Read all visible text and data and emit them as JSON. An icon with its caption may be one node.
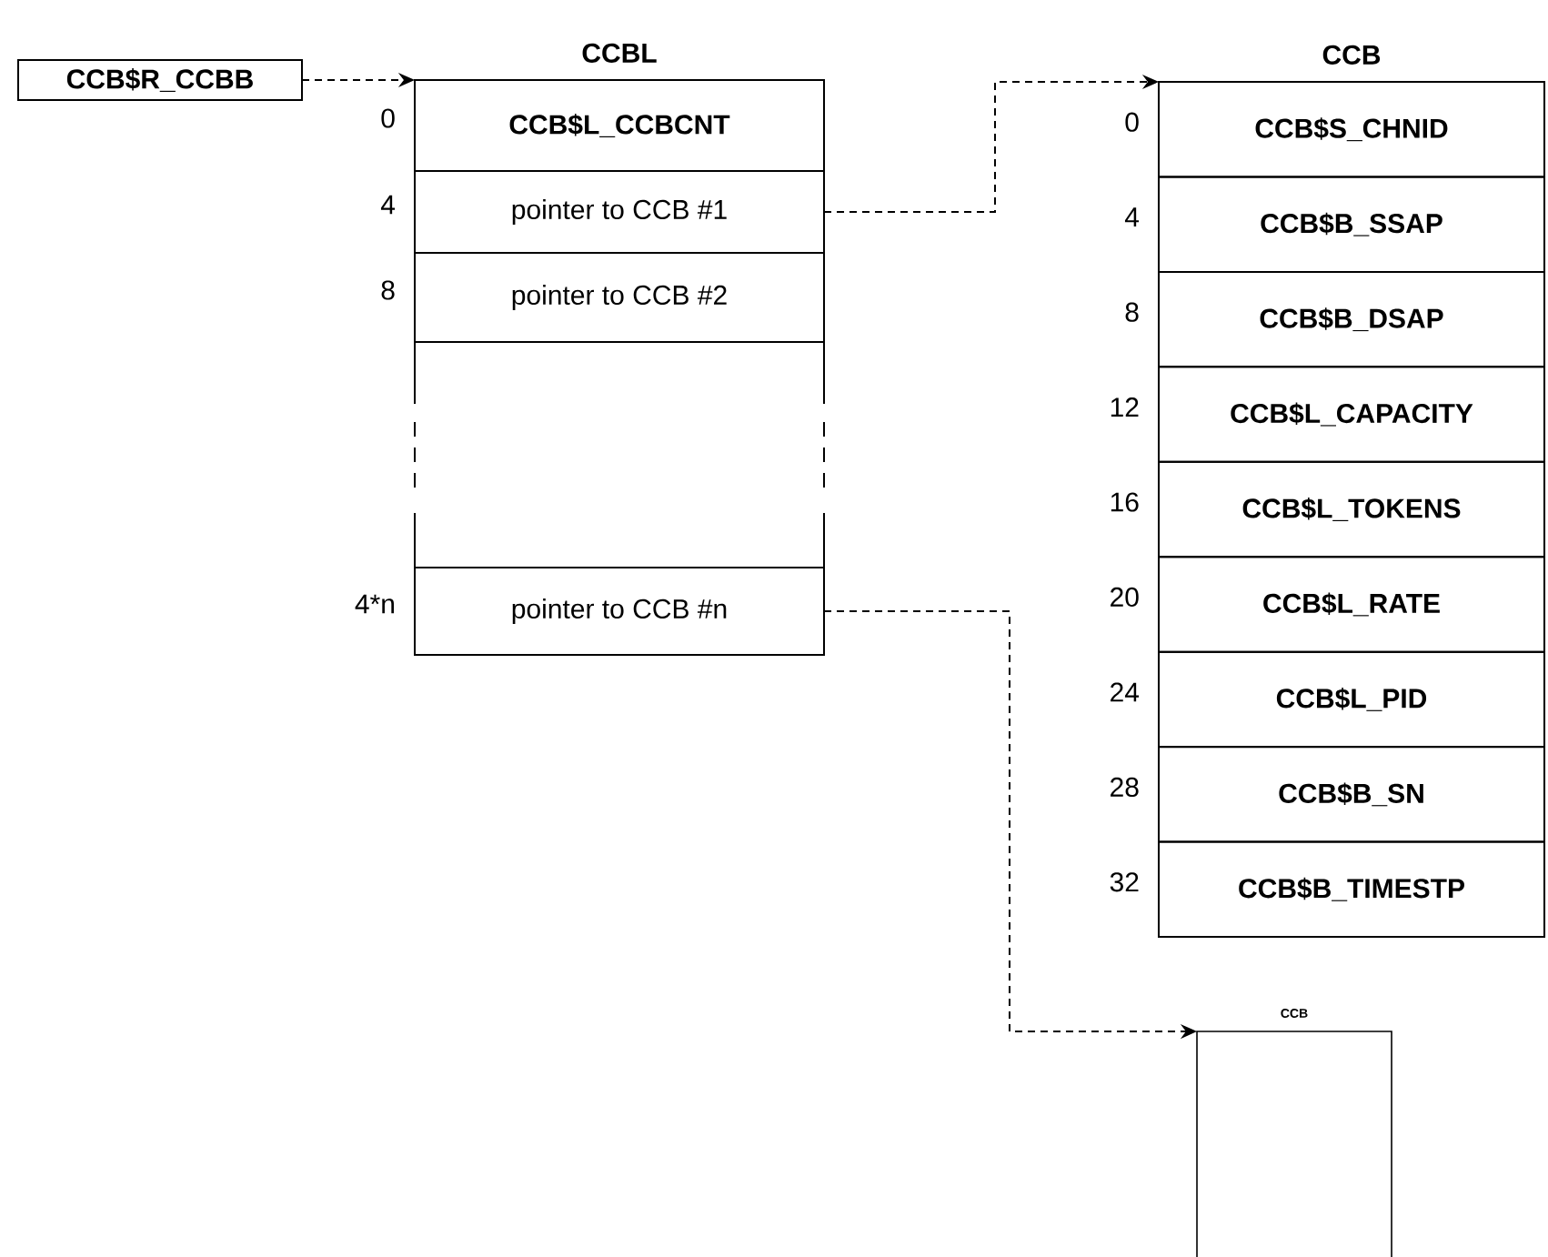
{
  "diagram": {
    "nodes": [
      {
        "text": [
          "CCB$R_CCBB"
        ]
      },
      {
        "text": [
          "CCBL"
        ]
      },
      {
        "text": [
          "CCB$L_CCBCNT"
        ],
        "beside": [
          "0"
        ],
        "in": 1
      },
      {
        "text": [
          "pointer to CCB #1"
        ],
        "beside": [
          "4"
        ],
        "in": 1
      },
      {
        "text": [
          "pointer to CCB #2"
        ],
        "beside": [
          "8"
        ],
        "in": 1
      },
      {
        "text": [],
        "shape": "box",
        "in": 1
      },
      {
        "text": [
          "pointer to CCB #n"
        ],
        "beside": [
          "4*n"
        ],
        "in": 1
      },
      {
        "text": [
          "CCB"
        ]
      },
      {
        "text": [
          "CCB$S_CHNID"
        ],
        "beside": [
          "0"
        ],
        "in": 7
      },
      {
        "text": [
          "CCB$B_SSAP"
        ],
        "beside": [
          "4"
        ],
        "in": 7
      },
      {
        "text": [
          "CCB$B_DSAP"
        ],
        "beside": [
          "8"
        ],
        "in": 7
      },
      {
        "text": [
          "CCB$L_CAPACITY"
        ],
        "beside": [
          "12"
        ],
        "in": 7
      },
      {
        "text": [
          "CCB$L_TOKENS"
        ],
        "beside": [
          "16"
        ],
        "in": 7
      },
      {
        "text": [
          "CCB$L_RATE"
        ],
        "beside": [
          "20"
        ],
        "in": 7
      },
      {
        "text": [
          "CCB$L_PID"
        ],
        "beside": [
          "24"
        ],
        "in": 7
      },
      {
        "text": [
          "CCB$B_SN"
        ],
        "beside": [
          "28"
        ],
        "in": 7
      },
      {
        "text": [
          "CCB$B_TIMESTP"
        ],
        "beside": [
          "32"
        ],
        "in": 7
      },
      {
        "text": [
          "CCB"
        ]
      }
    ],
    "edges": [
      {
        "from": 0,
        "to": 1,
        "arrow": "to",
        "style": "dashed"
      },
      {
        "from": 3,
        "to": 7,
        "arrow": "to",
        "style": "dashed"
      },
      {
        "from": 6,
        "to": 17,
        "arrow": "to",
        "style": "dashed"
      }
    ]
  }
}
